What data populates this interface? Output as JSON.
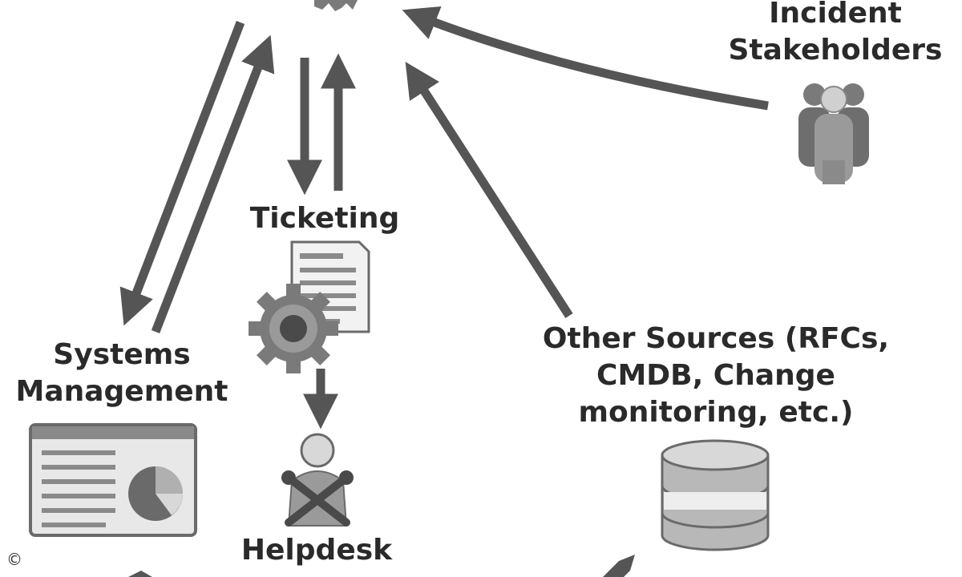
{
  "labels": {
    "incident_stakeholders": [
      "Incident",
      "Stakeholders"
    ],
    "ticketing": "Ticketing",
    "systems_management": [
      "Systems",
      "Management"
    ],
    "helpdesk": "Helpdesk",
    "other_sources": [
      "Other Sources (RFCs,",
      "CMDB, Change",
      "monitoring, etc.)"
    ]
  },
  "copyright": "©",
  "colors": {
    "arrow": "#555555",
    "icon_dark": "#5a5a5a",
    "icon_mid": "#8a8a8a",
    "icon_light": "#c8c8c8",
    "paper": "#f2f2f2",
    "text": "#2a2a2a"
  },
  "icons": {
    "stakeholders": "people-group-icon",
    "ticketing": "document-gear-icon",
    "systems_management": "dashboard-window-icon",
    "helpdesk": "technician-icon",
    "other_sources": "database-icon",
    "hub": "gear-hub-icon"
  }
}
